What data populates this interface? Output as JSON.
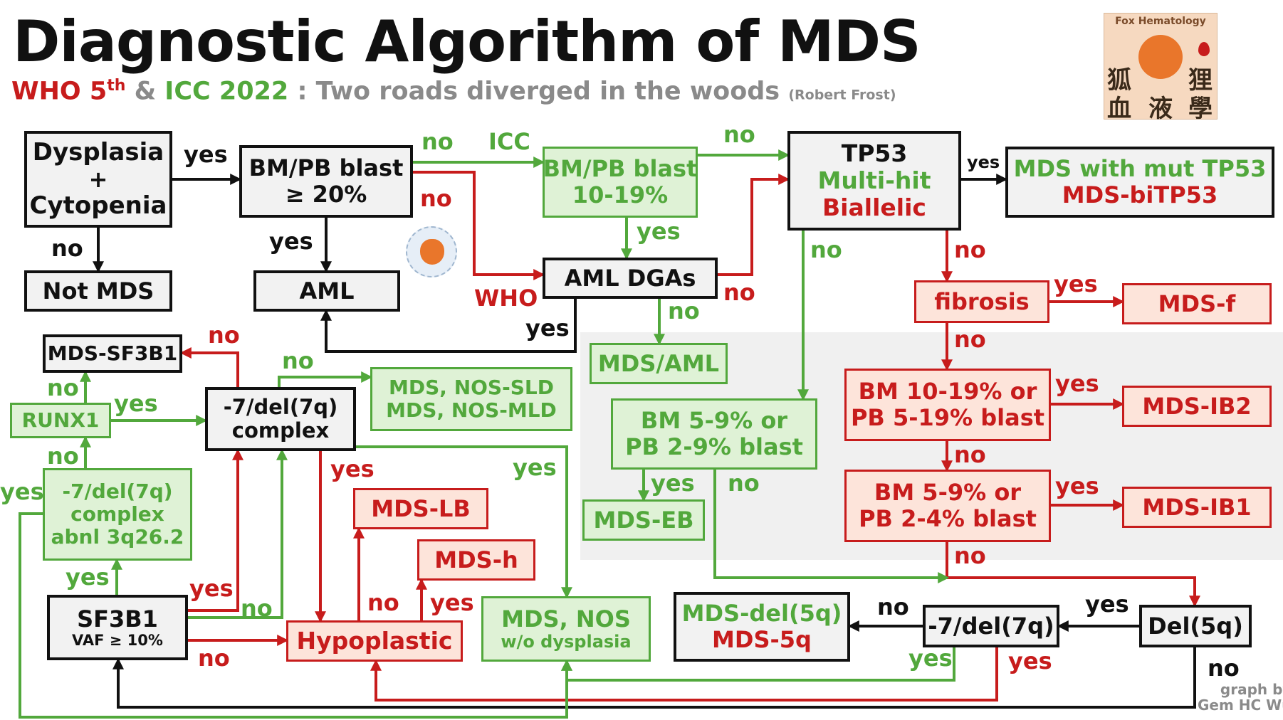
{
  "header": {
    "title": "Diagnostic Algorithm of MDS",
    "subtitle_who": "WHO 5",
    "subtitle_who_sup": "th",
    "subtitle_amp": " & ",
    "subtitle_icc": "ICC 2022",
    "subtitle_rest": " : Two roads diverged in the woods ",
    "subtitle_cite": "(Robert Frost)"
  },
  "logo": {
    "brand": "Fox Hematology",
    "char1": "狐",
    "char2": "狸",
    "char3": "血",
    "char4": "液",
    "char5": "學"
  },
  "credit": {
    "line1": "graph by",
    "line2": "Gem HC Wu"
  },
  "colors": {
    "red": "#c71c1c",
    "green": "#52a83c",
    "black": "#111111",
    "gray_panel": "#f0f0f0"
  },
  "nodes": {
    "dysplasia": [
      "Dysplasia",
      "+",
      "Cytopenia"
    ],
    "not_mds": [
      "Not MDS"
    ],
    "blast20": [
      "BM/PB blast",
      "≥ 20%"
    ],
    "aml": [
      "AML"
    ],
    "blast1019": [
      "BM/PB blast",
      "10-19%"
    ],
    "aml_dgas": [
      "AML DGAs"
    ],
    "mds_aml": [
      "MDS/AML"
    ],
    "tp53": [
      "TP53",
      "Multi-hit",
      "Biallelic"
    ],
    "mds_tp53": [
      "MDS with mut TP53",
      "MDS-biTP53"
    ],
    "fibrosis": [
      "fibrosis"
    ],
    "mds_f": [
      "MDS-f"
    ],
    "ib2_crit": [
      "BM 10-19% or",
      "PB 5-19% blast"
    ],
    "mds_ib2": [
      "MDS-IB2"
    ],
    "ib1_crit": [
      "BM 5-9% or",
      "PB 2-4% blast"
    ],
    "mds_ib1": [
      "MDS-IB1"
    ],
    "eb_crit": [
      "BM 5-9% or",
      "PB 2-9% blast"
    ],
    "mds_eb": [
      "MDS-EB"
    ],
    "del5q": [
      "Del(5q)"
    ],
    "del7q_mid": [
      "-7/del(7q)"
    ],
    "mds_del5q": [
      "MDS-del(5q)",
      "MDS-5q"
    ],
    "mds_sf3b1": [
      "MDS-SF3B1"
    ],
    "runx1": [
      "RUNX1"
    ],
    "del7q_complex": [
      "-7/del(7q)",
      "complex"
    ],
    "nos_sld": [
      "MDS, NOS-SLD",
      "MDS, NOS-MLD"
    ],
    "del7q_3q": [
      "-7/del(7q)",
      "complex",
      "abnl 3q26.2"
    ],
    "sf3b1": [
      "SF3B1",
      "VAF ≥ 10%"
    ],
    "mds_lb": [
      "MDS-LB"
    ],
    "mds_h": [
      "MDS-h"
    ],
    "hypoplastic": [
      "Hypoplastic"
    ],
    "nos_wo": [
      "MDS, NOS",
      "w/o dysplasia"
    ]
  },
  "labels": {
    "l_yes_dys": "yes",
    "l_no_dys": "no",
    "l_no_icc": "no",
    "l_icc": "ICC",
    "l_no_who": "no",
    "l_yes_aml": "yes",
    "l_who": "WHO",
    "l_yes_1019": "yes",
    "l_no_1019": "no",
    "l_no_dgas": "no",
    "l_no_dgas2": "no",
    "l_yes_dgas": "yes",
    "l_yes_tp53": "yes",
    "l_no_tp53_icc": "no",
    "l_no_tp53_who": "no",
    "l_yes_fib": "yes",
    "l_no_fib": "no",
    "l_yes_ib2": "yes",
    "l_no_ib2": "no",
    "l_yes_ib1": "yes",
    "l_no_ib1": "no",
    "l_yes_eb": "yes",
    "l_no_eb": "no",
    "l_yes_del5q": "yes",
    "l_no_del5q": "no",
    "l_no_7q": "no",
    "l_yes_7q_g": "yes",
    "l_yes_7q_r": "yes",
    "l_no_sf3b1": "no",
    "l_no_runx1": "no",
    "l_yes_runx1": "yes",
    "l_no_3q": "no",
    "l_yes_3q": "yes",
    "l_yes_sf3b1_up": "yes",
    "l_yes_sf3b1_r": "yes",
    "l_no_sf3b1_g": "no",
    "l_no_sf3b1_r": "no",
    "l_no_7qc": "no",
    "l_yes_7qc_r": "yes",
    "l_yes_7qc_g": "yes",
    "l_no_hypo": "no",
    "l_yes_hypo": "yes"
  }
}
